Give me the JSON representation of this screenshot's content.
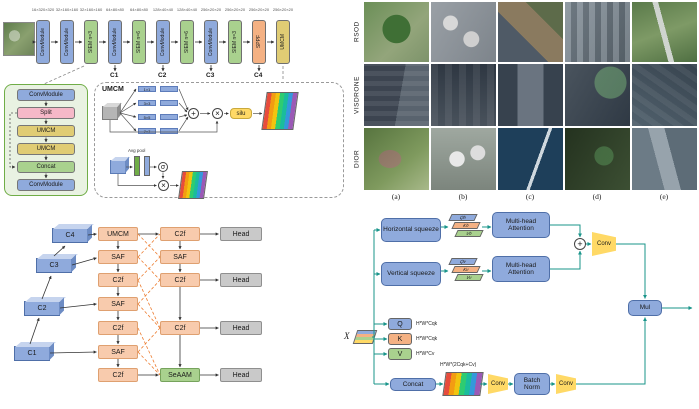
{
  "palette": {
    "conv_blue": "#8faadc",
    "siem_green": "#a9d18e",
    "sppf_orange": "#f4b183",
    "umcm_tan": "#e0cc74",
    "peach": "#f8cbad",
    "head_gray": "#c9c9c9",
    "seaam_green": "#a9d18e",
    "split_pink": "#f6b8c8",
    "conv_yellow": "#ffd966",
    "arrow_teal": "#18948a",
    "arrow_orange": "#ed7d31"
  },
  "backbone": {
    "blocks": [
      {
        "label": "ConvModule",
        "dims": "16×320×320"
      },
      {
        "label": "ConvModule",
        "dims": "32×160×160"
      },
      {
        "label": "SIEM n=3",
        "dims": "32×160×160"
      },
      {
        "label": "ConvModule",
        "dims": "64×80×80"
      },
      {
        "label": "SIEM n=6",
        "dims": "64×80×80"
      },
      {
        "label": "ConvModule",
        "dims": "128×40×40"
      },
      {
        "label": "SIEM n=6",
        "dims": "128×40×40"
      },
      {
        "label": "ConvModule",
        "dims": "256×20×20"
      },
      {
        "label": "SIEM n=3",
        "dims": "256×20×20"
      },
      {
        "label": "SPPF",
        "dims": "256×20×20"
      },
      {
        "label": "UMCM",
        "dims": "256×20×20"
      }
    ],
    "taps": [
      "C1",
      "C2",
      "C3",
      "C4"
    ]
  },
  "siem_detail": {
    "items": [
      "ConvModule",
      "Split",
      "UMCM",
      "UMCM",
      "Concat",
      "ConvModule"
    ]
  },
  "umcm_detail": {
    "title": "UMCM",
    "branches": [
      "1×1",
      "3×3",
      "5×5",
      "7×7"
    ],
    "plus_op": "+",
    "mul_op": "×",
    "activation": "silu",
    "pool_label": "Avg pool",
    "sigmoid": "σ"
  },
  "datasets": {
    "row_labels": [
      "RSOD",
      "VISDRONE",
      "DIOR"
    ],
    "col_labels": [
      "(a)",
      "(b)",
      "(c)",
      "(d)",
      "(e)"
    ]
  },
  "neck": {
    "inputs": [
      "C4",
      "C3",
      "C2",
      "C1"
    ],
    "mid_column": [
      "UMCM",
      "SAF",
      "C2f",
      "SAF",
      "C2f",
      "SAF",
      "C2f"
    ],
    "right_column": [
      "C2f",
      "SAF",
      "C2f",
      "C2f",
      "SeAAM"
    ],
    "heads": [
      "Head",
      "Head",
      "Head",
      "Head"
    ]
  },
  "attention": {
    "input": "X",
    "horizontal_squeeze": "Horizontal squeeze",
    "vertical_squeeze": "Vertical squeeze",
    "mha": "Multi-head Attention",
    "h_bars": [
      "Qh",
      "Kh",
      "Vh"
    ],
    "v_bars": [
      "Qv",
      "Kv",
      "Vv"
    ],
    "qkv": [
      {
        "label": "Q",
        "dim": "H*W*Cqk"
      },
      {
        "label": "K",
        "dim": "H*W*Cqk"
      },
      {
        "label": "V",
        "dim": "H*W*Cv"
      }
    ],
    "concat": "Concat",
    "concat_dim": "H*W*(2Cqk+Cv)",
    "conv": "Conv",
    "batch_norm": "Batch Norm",
    "mul": "Mul",
    "plus_op": "+"
  }
}
